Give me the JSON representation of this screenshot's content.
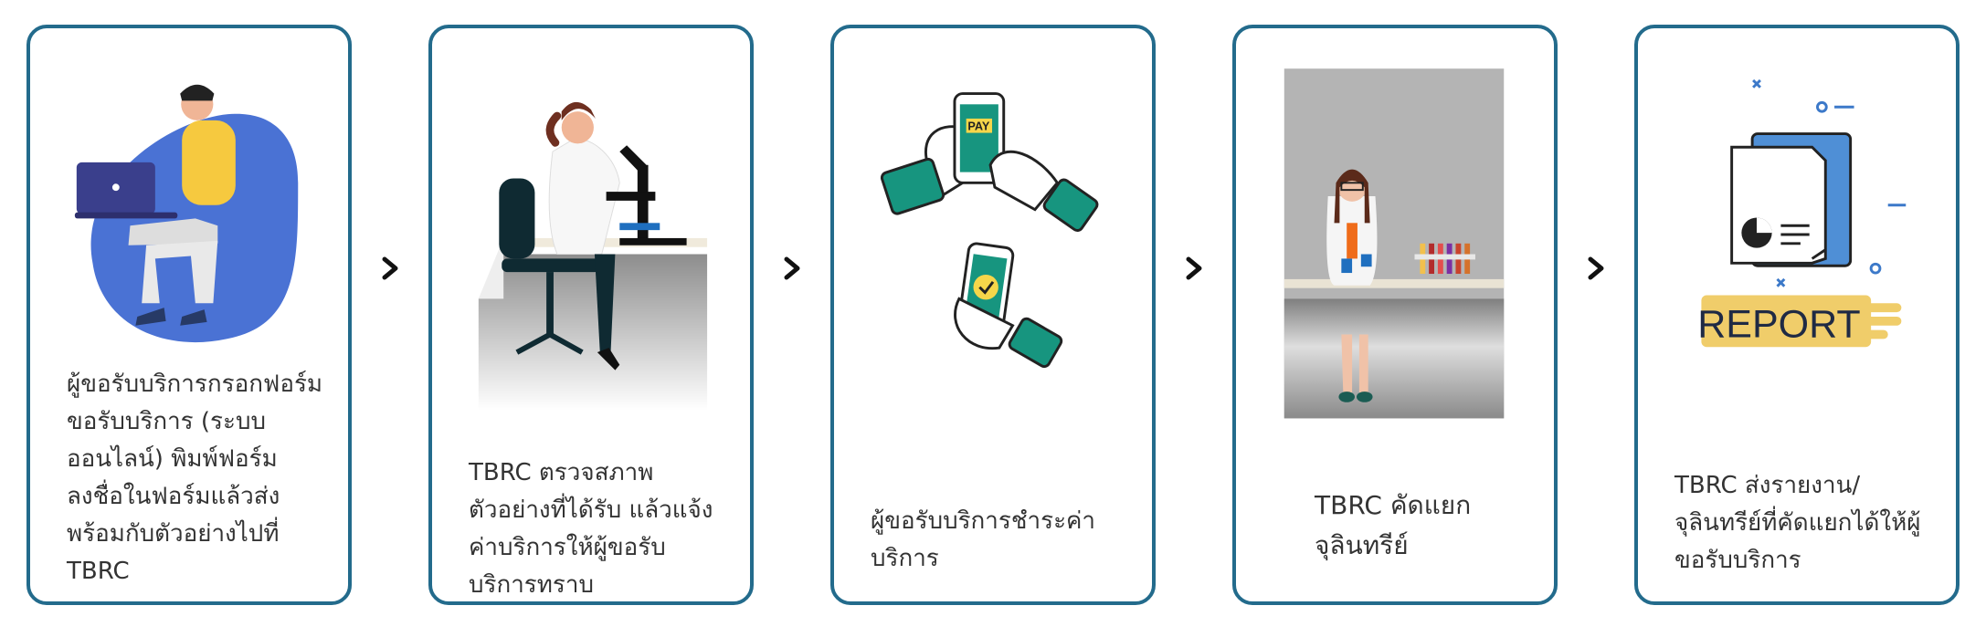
{
  "steps": [
    {
      "icon": "person-with-laptop-illustration",
      "lines": [
        "ผู้ขอรับบริการกรอกฟอร์ม",
        "ขอรับบริการ (ระบบ",
        "ออนไลน์) พิมพ์ฟอร์ม",
        "ลงชื่อในฟอร์มแล้วส่ง",
        "พร้อมกับตัวอย่างไปที่",
        "TBRC"
      ]
    },
    {
      "icon": "scientist-microscope-illustration",
      "lines": [
        "TBRC ตรวจสภาพ",
        "ตัวอย่างที่ได้รับ แล้วแจ้ง",
        "ค่าบริการให้ผู้ขอรับ",
        "บริการทราบ"
      ]
    },
    {
      "icon": "mobile-payment-illustration",
      "pay_label": "PAY",
      "lines": [
        "ผู้ขอรับบริการชำระค่า",
        "บริการ"
      ]
    },
    {
      "icon": "lab-technician-photo",
      "lines": [
        "TBRC  คัดแยก",
        "จุลินทรีย์"
      ]
    },
    {
      "icon": "report-document-illustration",
      "report_label": "REPORT",
      "lines": [
        "TBRC ส่งรายงาน/",
        "จุลินทรีย์ที่คัดแยกได้ให้ผู้",
        "ขอรับบริการ"
      ]
    }
  ],
  "colors": {
    "border": "#236b8c",
    "blue_blob": "#4a72d4",
    "teal": "#17957f",
    "report_yellow": "#f0cd6a"
  }
}
